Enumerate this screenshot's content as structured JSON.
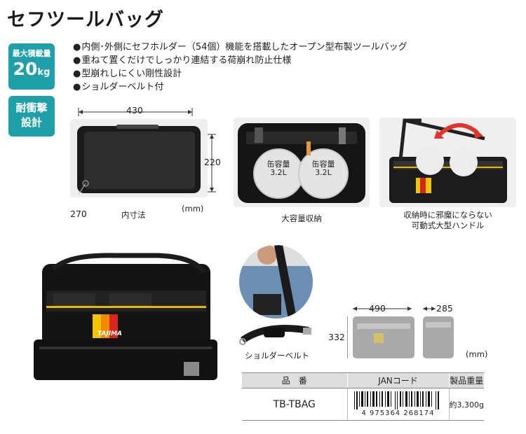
{
  "title": "セフツールバッグ",
  "badges": {
    "load_label": "最大積載量",
    "load_value": "20",
    "load_unit": "kg",
    "impact_line1": "耐衝撃",
    "impact_line2": "設計"
  },
  "features": [
    "内側･外側にセフホルダー（54個）機能を搭載したオープン型布製ツールバッグ",
    "重ねて置くだけでしっかり連結する荷崩れ防止仕様",
    "型崩れしにくい剛性設計",
    "ショルダーベルト付"
  ],
  "dims_interior": {
    "width": "430",
    "height": "220",
    "depth": "270",
    "unit": "(mm)",
    "caption": "内寸法"
  },
  "photo2": {
    "can_label": "缶容量",
    "can_value": "3.2L",
    "caption": "大容量収納"
  },
  "photo3": {
    "caption_line1": "収納時に邪魔にならない",
    "caption_line2": "可動式大型ハンドル"
  },
  "brand": "TAJIMA",
  "shoulder_caption": "ショルダーベルト",
  "dims_exterior": {
    "width": "490",
    "depth": "285",
    "height": "332",
    "unit": "(mm)"
  },
  "spec": {
    "headers": [
      "品　番",
      "JANコード",
      "製品重量"
    ],
    "model": "TB-TBAG",
    "jan": "4 975364 268174",
    "weight": "約3,300g"
  },
  "colors": {
    "accent": "#1f9fa7",
    "arrow": "#e0352b",
    "brand_yellow": "#f2c500",
    "brand_orange": "#f08a00",
    "brand_red": "#d7261e"
  }
}
